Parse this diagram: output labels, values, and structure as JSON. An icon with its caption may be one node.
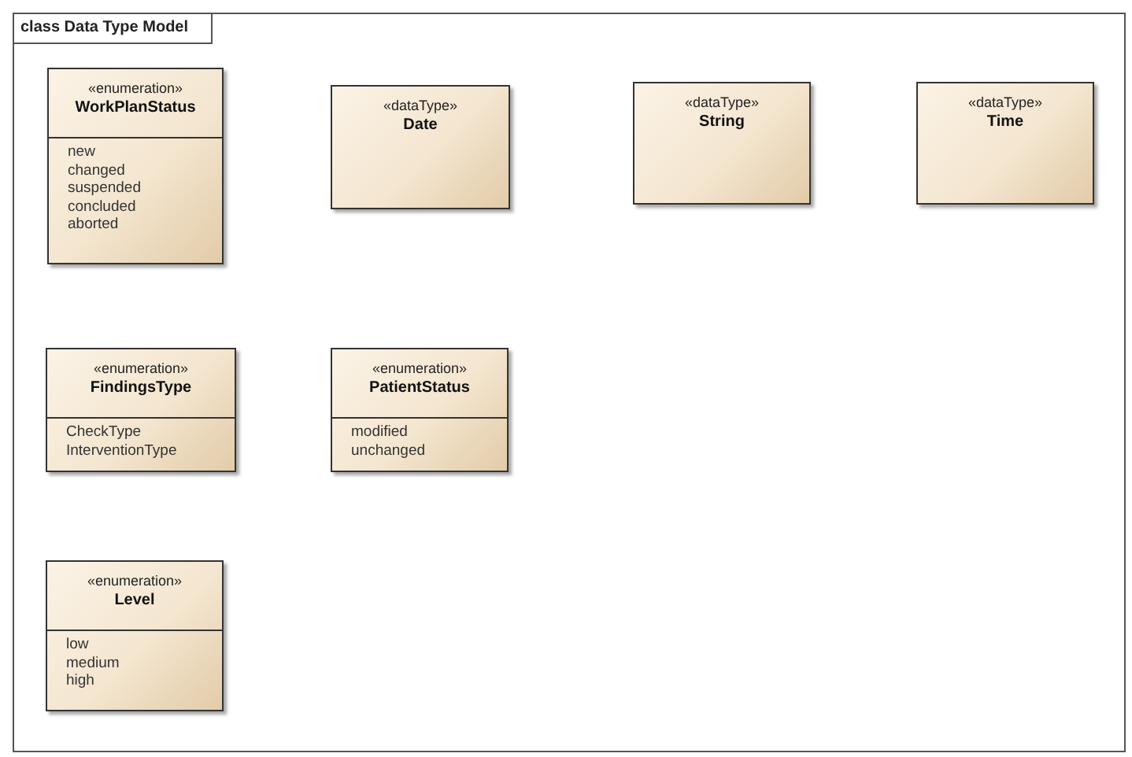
{
  "diagram": {
    "nodes": [
      {
        "text": [
          "class Data Type Model"
        ]
      },
      {
        "text": [
          "«enumeration»",
          "WorkPlanStatus",
          "new",
          "changed",
          "suspended",
          "concluded",
          "aborted"
        ],
        "in": 0
      },
      {
        "text": [
          "«dataType»",
          "Date"
        ],
        "in": 0
      },
      {
        "text": [
          "«dataType»",
          "String"
        ],
        "in": 0
      },
      {
        "text": [
          "«dataType»",
          "Time"
        ],
        "in": 0
      },
      {
        "text": [
          "«enumeration»",
          "FindingsType",
          "CheckType",
          "InterventionType"
        ],
        "in": 0
      },
      {
        "text": [
          "«enumeration»",
          "PatientStatus",
          "modified",
          "unchanged"
        ],
        "in": 0
      },
      {
        "text": [
          "«enumeration»",
          "Level",
          "low",
          "medium",
          "high"
        ],
        "in": 0
      }
    ],
    "edges": []
  }
}
